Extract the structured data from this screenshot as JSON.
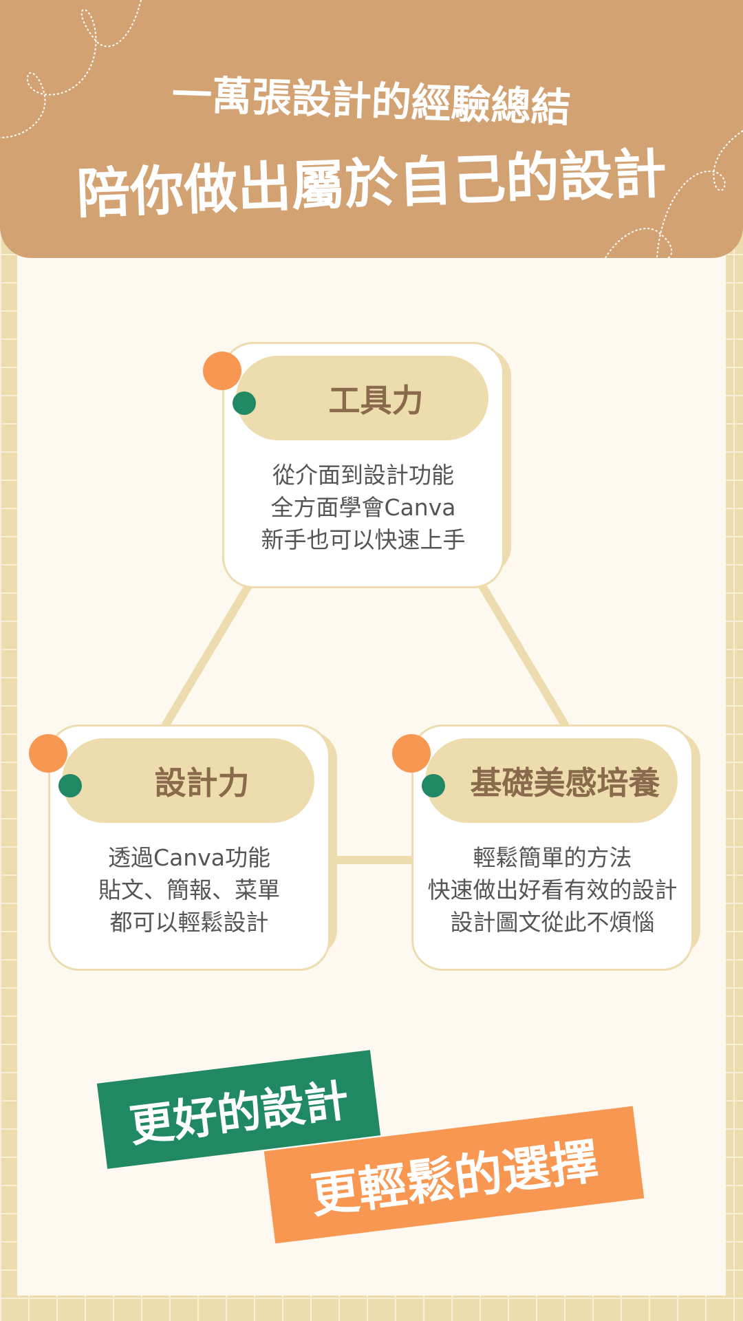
{
  "header": {
    "line1": "一萬張設計的經驗總結",
    "line2": "陪你做出屬於自己的設計"
  },
  "cards": [
    {
      "title": "工具力",
      "lines": [
        "從介面到設計功能",
        "全方面學會Canva",
        "新手也可以快速上手"
      ]
    },
    {
      "title": "設計力",
      "lines": [
        "透過Canva功能",
        "貼文、簡報、菜單",
        "都可以輕鬆設計"
      ]
    },
    {
      "title": "基礎美感培養",
      "lines": [
        "輕鬆簡單的方法",
        "快速做出好看有效的設計",
        "設計圖文從此不煩惱"
      ]
    }
  ],
  "banners": {
    "green": "更好的設計",
    "orange": "更輕鬆的選擇"
  },
  "colors": {
    "header": "#d2a273",
    "green": "#208963",
    "orange": "#f79752",
    "beige": "#eddcae"
  }
}
